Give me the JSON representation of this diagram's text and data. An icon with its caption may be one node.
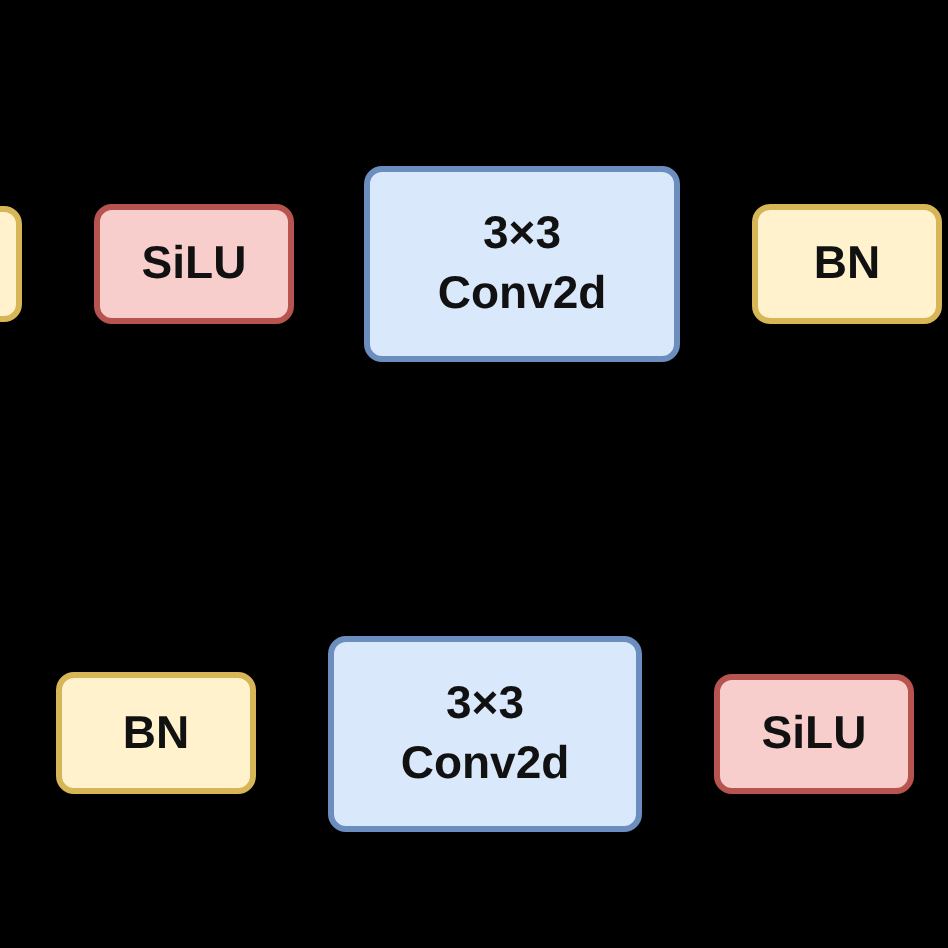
{
  "diagram": {
    "nodes": [
      {
        "text": [],
        "shape": "box"
      },
      {
        "text": [
          "SiLU"
        ]
      },
      {
        "text": [
          "3×3 Conv2d"
        ]
      },
      {
        "text": [
          "BN"
        ]
      },
      {
        "text": [
          "BN"
        ]
      },
      {
        "text": [
          "3×3 Conv2d"
        ]
      },
      {
        "text": [
          "SiLU"
        ]
      }
    ]
  }
}
